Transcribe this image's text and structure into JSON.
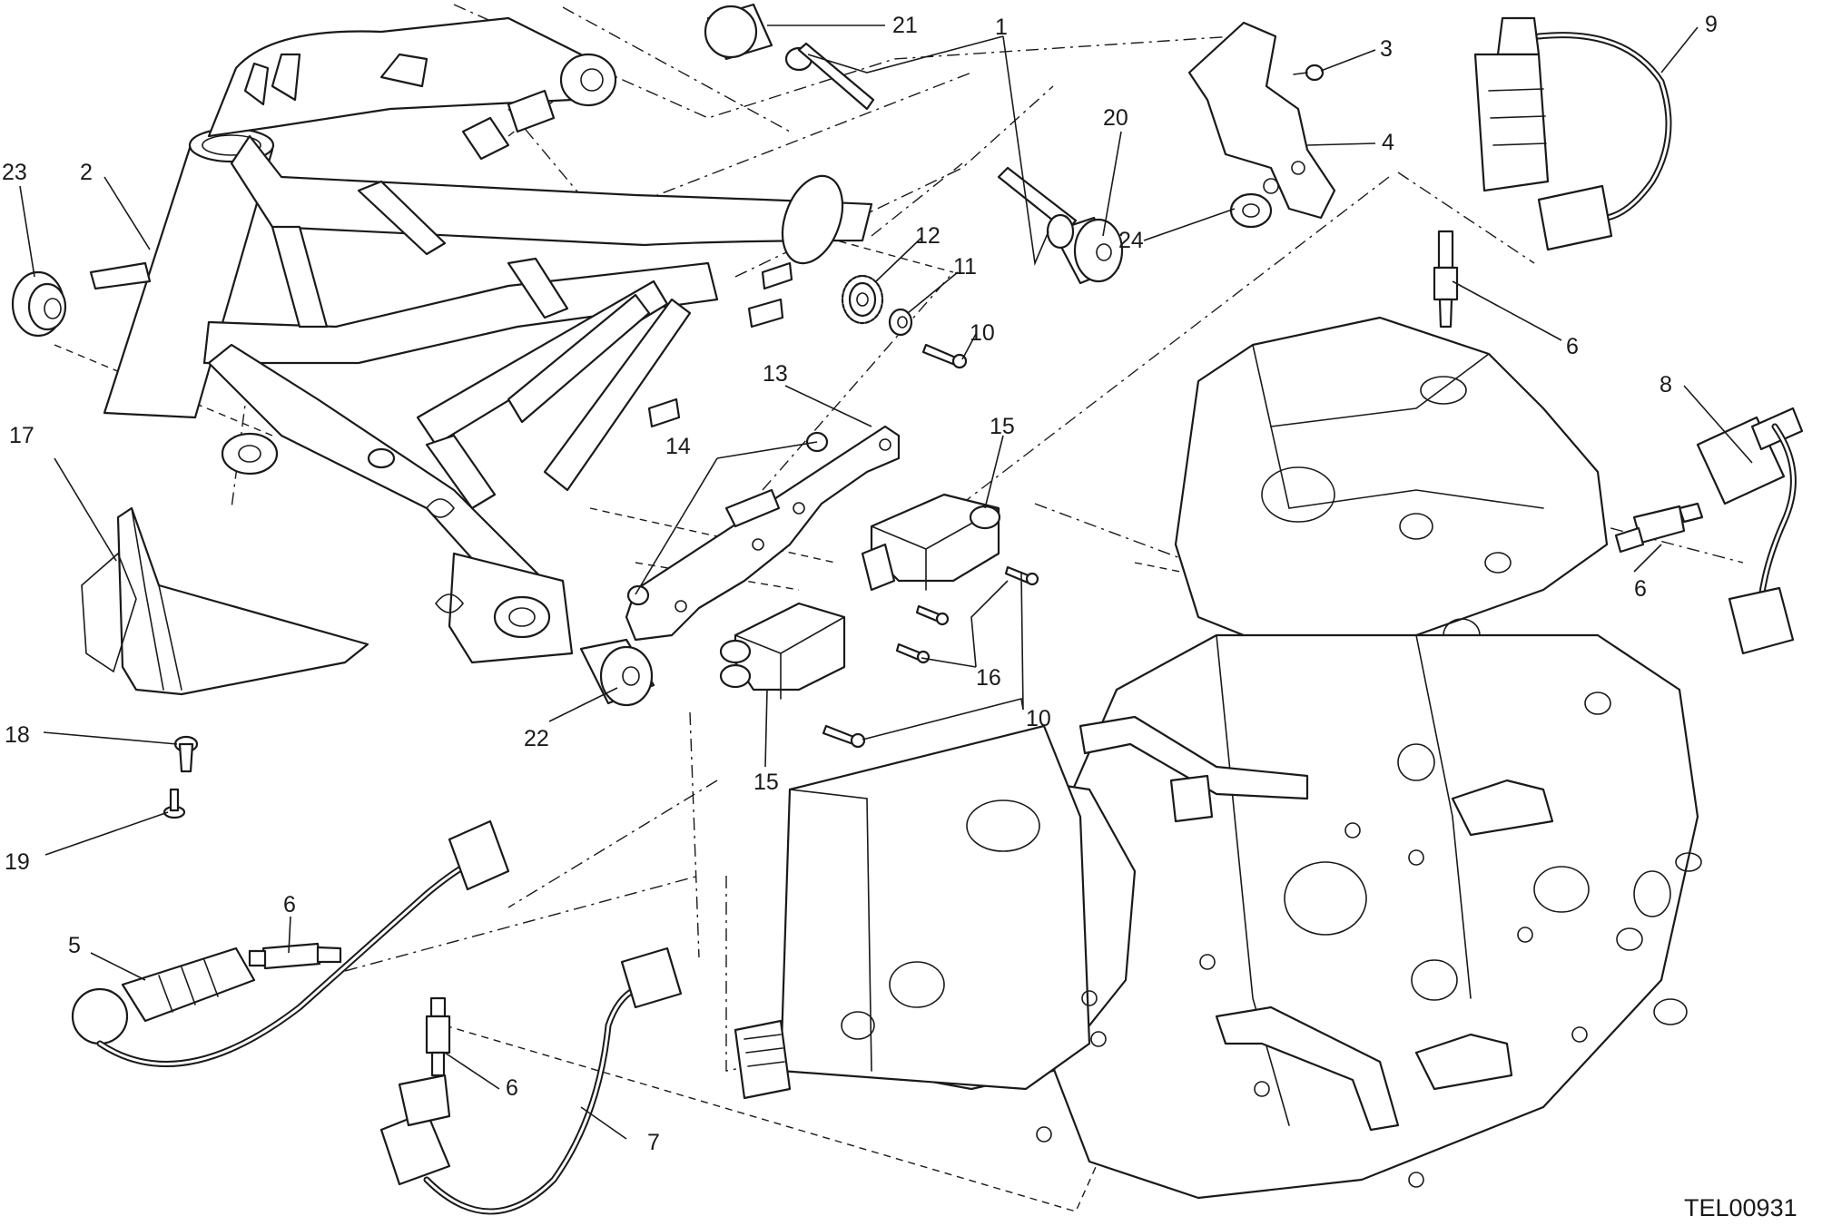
{
  "drawing": {
    "reference_code": "TEL00931"
  },
  "callouts": [
    {
      "id": "c1",
      "number": "1"
    },
    {
      "id": "c2",
      "number": "2"
    },
    {
      "id": "c3",
      "number": "3"
    },
    {
      "id": "c4",
      "number": "4"
    },
    {
      "id": "c5",
      "number": "5"
    },
    {
      "id": "c6a",
      "number": "6"
    },
    {
      "id": "c6b",
      "number": "6"
    },
    {
      "id": "c6c",
      "number": "6"
    },
    {
      "id": "c6d",
      "number": "6"
    },
    {
      "id": "c7",
      "number": "7"
    },
    {
      "id": "c8",
      "number": "8"
    },
    {
      "id": "c9",
      "number": "9"
    },
    {
      "id": "c10a",
      "number": "10"
    },
    {
      "id": "c10b",
      "number": "10"
    },
    {
      "id": "c11",
      "number": "11"
    },
    {
      "id": "c12",
      "number": "12"
    },
    {
      "id": "c13",
      "number": "13"
    },
    {
      "id": "c14",
      "number": "14"
    },
    {
      "id": "c15a",
      "number": "15"
    },
    {
      "id": "c15b",
      "number": "15"
    },
    {
      "id": "c16",
      "number": "16"
    },
    {
      "id": "c17",
      "number": "17"
    },
    {
      "id": "c18",
      "number": "18"
    },
    {
      "id": "c19",
      "number": "19"
    },
    {
      "id": "c20",
      "number": "20"
    },
    {
      "id": "c21",
      "number": "21"
    },
    {
      "id": "c22",
      "number": "22"
    },
    {
      "id": "c23",
      "number": "23"
    },
    {
      "id": "c24",
      "number": "24"
    }
  ]
}
